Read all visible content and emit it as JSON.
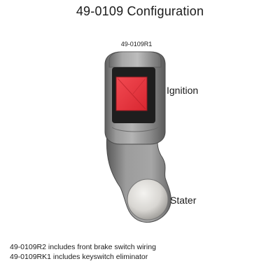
{
  "title": "49-0109 Configuration",
  "device": {
    "part_number": "49-0109R1",
    "ignition_label": "Ignition",
    "stater_label": "Stater"
  },
  "notes": [
    "49-0109R2 includes front brake switch wiring",
    "49-0109RK1 includes keyswitch eliminator"
  ],
  "colors": {
    "housing": "#8e8e8e",
    "switch_red": "#e8333c",
    "bezel": "#1e1e1e",
    "button": "#dcdad6"
  }
}
